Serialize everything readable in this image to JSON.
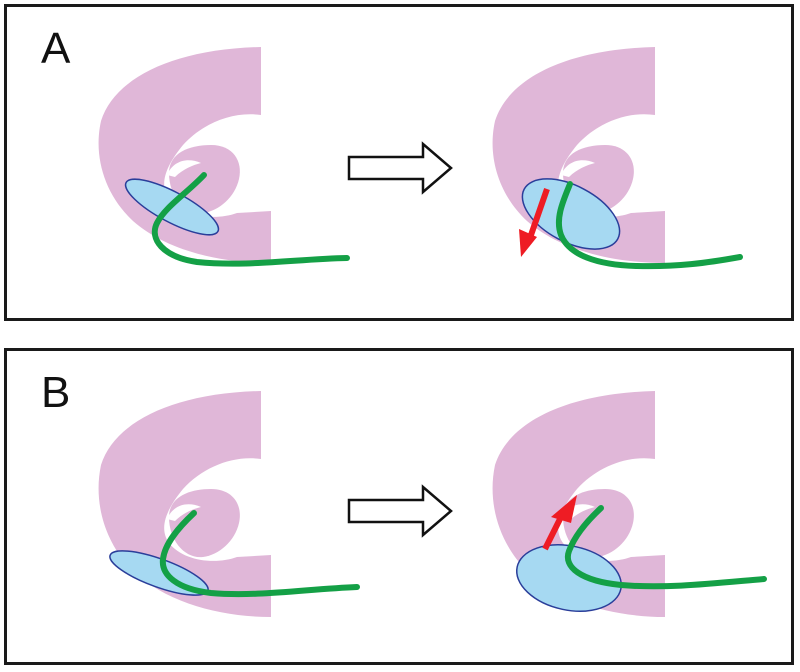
{
  "panels": [
    {
      "label": "A",
      "movement": "down"
    },
    {
      "label": "B",
      "movement": "up"
    }
  ],
  "colors": {
    "structure": "#e0b7d8",
    "ellipse_fill": "#a6d9f2",
    "ellipse_stroke": "#2a3e9a",
    "curve": "#14a046",
    "motion_arrow": "#ee1c24",
    "transition_arrow_fill": "#ffffff",
    "transition_arrow_stroke": "#111111",
    "border": "#1a1a1a"
  }
}
